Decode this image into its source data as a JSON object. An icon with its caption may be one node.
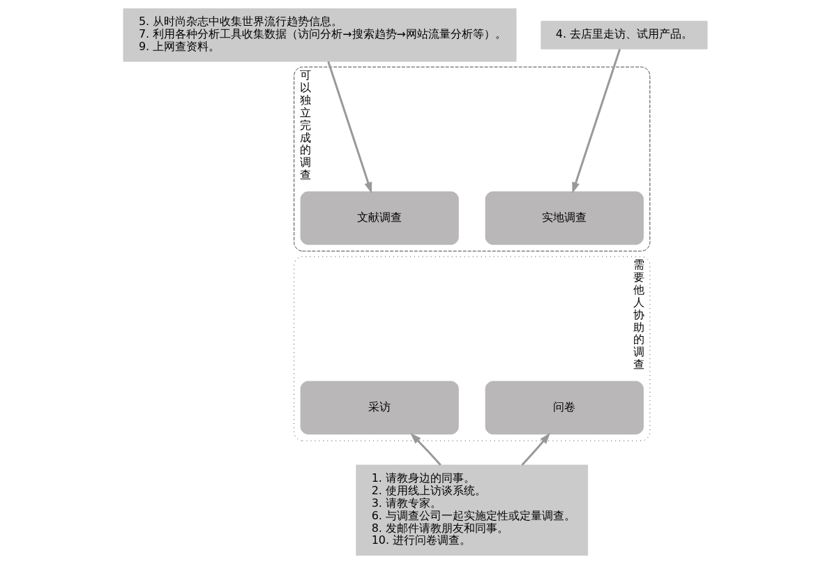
{
  "diagram": {
    "nodes": [
      {
        "text": [
          "可以独立完成的调查"
        ]
      },
      {
        "text": [
          "文献调查"
        ],
        "in": 0
      },
      {
        "text": [
          "实地调查"
        ],
        "in": 0
      },
      {
        "text": [
          "需要他人协助的调查"
        ]
      },
      {
        "text": [
          "采访"
        ],
        "in": 3
      },
      {
        "text": [
          "问卷"
        ],
        "in": 3
      },
      {
        "text": [
          "5. 从时尚杂志中收集世界流行趋势信息。",
          "7. 利用各种分析工具收集数据（访问分析→搜索趋势→网站流量分析等）。",
          "9. 上网查资料。"
        ]
      },
      {
        "text": [
          "4. 去店里走访、试用产品。"
        ]
      },
      {
        "text": [
          "1. 请教身边的同事。",
          "2. 使用线上访谈系统。",
          "3. 请教专家。",
          "6. 与调查公司一起实施定性或定量调查。",
          "8. 发邮件请教朋友和同事。",
          "10. 进行问卷调查。"
        ]
      }
    ],
    "edges": [
      {
        "from": 6,
        "to": 1,
        "arrow": "to"
      },
      {
        "from": 7,
        "to": 2,
        "arrow": "to"
      },
      {
        "from": 8,
        "to": 4,
        "arrow": "to"
      },
      {
        "from": 8,
        "to": 5,
        "arrow": "to"
      }
    ]
  }
}
